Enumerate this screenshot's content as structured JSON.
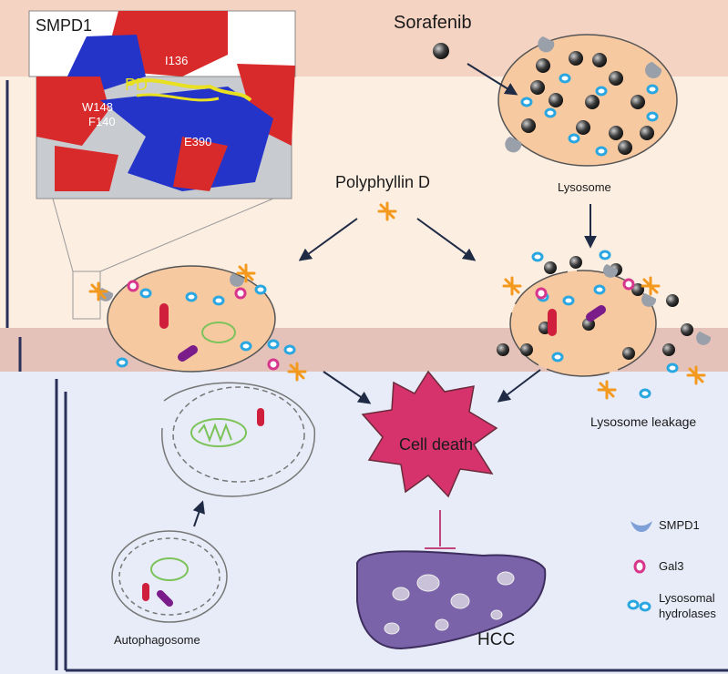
{
  "protein_panel": {
    "title": "SMPD1",
    "ligand": "PD",
    "residues": [
      "I136",
      "W148",
      "F140",
      "E390"
    ]
  },
  "drugs": {
    "sorafenib": "Sorafenib",
    "polyphyllin": "Polyphyllin D"
  },
  "labels": {
    "lysosome": "Lysosome",
    "lysosome_leakage": "Lysosome  leakage",
    "cell_death": "Cell death",
    "autophagosome": "Autophagosome",
    "hcc": "HCC"
  },
  "legend": {
    "items": [
      {
        "label": "SMPD1",
        "icon": "smpd1-icon",
        "color": "#7f9fd8"
      },
      {
        "label": "Gal3",
        "icon": "gal3-icon",
        "color": "#d8368c"
      },
      {
        "label": "Lysosomal",
        "label2": "hydrolases",
        "icon": "hydrolase-icon",
        "color": "#2aa7e0"
      }
    ]
  },
  "colors": {
    "top_band": "#f5d3c2",
    "panel_bg": "#fdeee2",
    "mid_band": "#e4c2b9",
    "bottom_bg": "#e8ecf8",
    "lysosome_fill": "#f7c9a0",
    "cell_death": "#d6336c",
    "liver": "#7a63a8"
  }
}
